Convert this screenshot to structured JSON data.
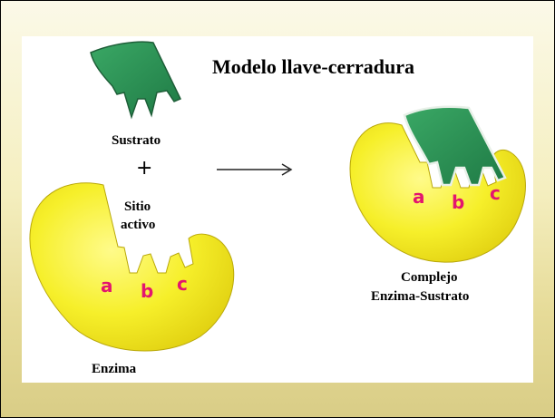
{
  "title": "Modelo llave-cerradura",
  "substrate_label": "Sustrato",
  "plus_sign": "+",
  "active_site_label_line1": "Sitio",
  "active_site_label_line2": "activo",
  "enzyme_label": "Enzima",
  "complex_label_line1": "Complejo",
  "complex_label_line2": "Enzima-Sustrato",
  "site_labels": [
    "a",
    "b",
    "c"
  ],
  "colors": {
    "enzyme_fill": "#f5ee2c",
    "substrate_fill": "#2f9a57",
    "site_label": "#e3156f",
    "panel": "#ffffff"
  }
}
